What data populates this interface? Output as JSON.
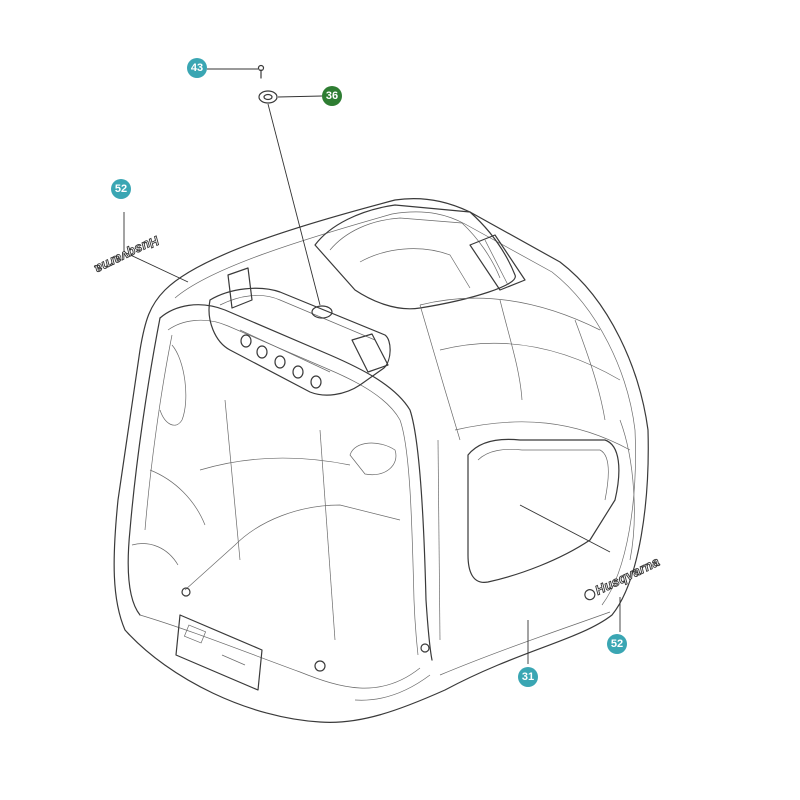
{
  "colors": {
    "callout_teal": "#3aa6b3",
    "callout_green": "#2e7d32",
    "line": "#3a3a3a",
    "background": "#ffffff"
  },
  "callouts": [
    {
      "id": "c43",
      "label": "43",
      "color": "#3aa6b3",
      "part": "screw"
    },
    {
      "id": "c36",
      "label": "36",
      "color": "#2e7d32",
      "part": "grommet"
    },
    {
      "id": "c52a",
      "label": "52",
      "color": "#3aa6b3",
      "part": "front-decal"
    },
    {
      "id": "c52b",
      "label": "52",
      "color": "#3aa6b3",
      "part": "side-decal"
    },
    {
      "id": "c31",
      "label": "31",
      "color": "#3aa6b3",
      "part": "body-cover"
    }
  ],
  "logos": {
    "front_decal": "Husqvarna",
    "side_decal": "Husqvarna"
  }
}
